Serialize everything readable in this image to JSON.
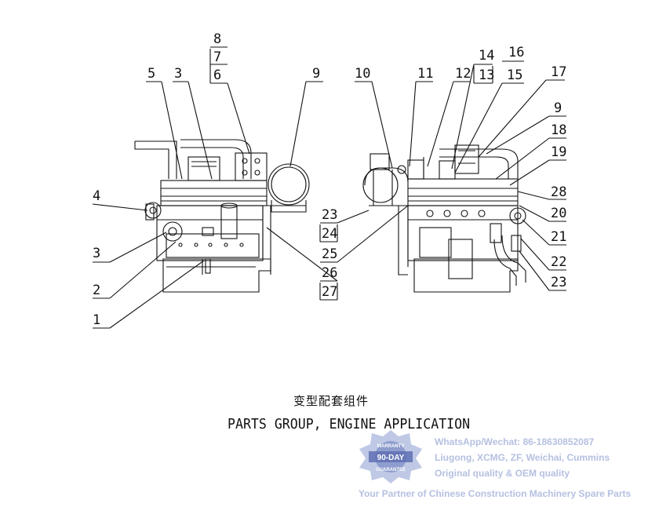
{
  "callouts_left": [
    "8",
    "7",
    "6",
    "5",
    "3",
    "9",
    "4",
    "3",
    "2",
    "1"
  ],
  "callouts_right": [
    "10",
    "11",
    "12",
    "14",
    "13",
    "16",
    "15",
    "17",
    "9",
    "18",
    "19",
    "28",
    "20",
    "21",
    "22",
    "23",
    "23",
    "24",
    "25",
    "26",
    "27"
  ],
  "title_cn": "变型配套组件",
  "title_en": "PARTS GROUP, ENGINE  APPLICATION",
  "watermark": {
    "contact": "WhatsApp/Wechat: 86-18630852087",
    "brands": "Liugong, XCMG, ZF, Weichai, Cummins",
    "quality": "Original quality & OEM quality",
    "tagline": "Your Partner of Chinese Construction Machinery Spare Parts",
    "seal_top": "WARRANTY",
    "seal_mid": "90-DAY",
    "seal_bottom": "GUARANTEE"
  },
  "colors": {
    "line": "#111111",
    "watermark": "#7a8cc8",
    "seal": "#8a9ad0"
  }
}
